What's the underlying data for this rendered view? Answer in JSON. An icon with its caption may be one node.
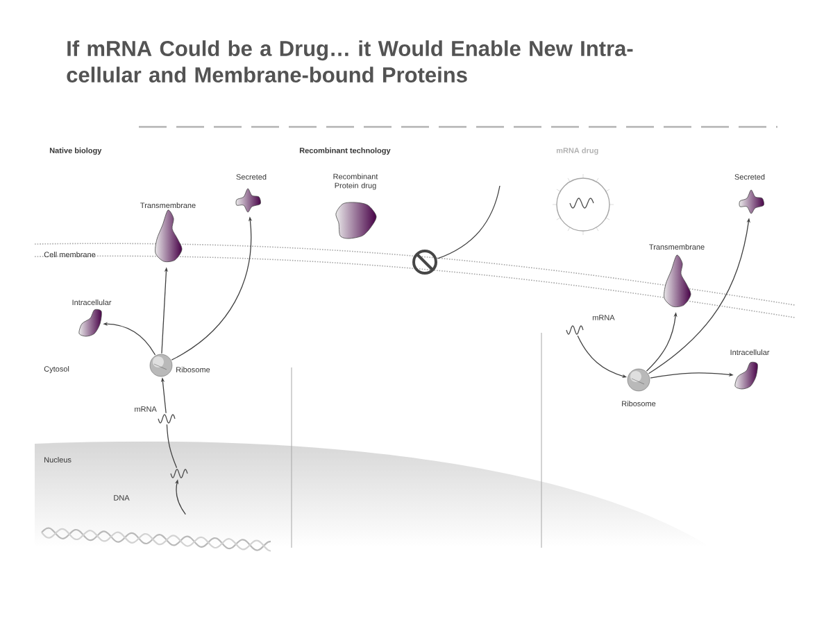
{
  "diagram": {
    "title": "If mRNA Could be a Drug… it Would Enable New Intra-cellular and Membrane-bound Proteins",
    "nodes": [
      {
        "text": [
          "Transmembrane"
        ]
      },
      {
        "text": [
          "Secreted"
        ]
      },
      {
        "text": [
          "Intracellular"
        ]
      },
      {
        "text": [
          "Ribosome"
        ]
      },
      {
        "text": [
          "mRNA"
        ]
      },
      {
        "text": [],
        "shape": "picture"
      },
      {
        "text": [
          "DNA"
        ]
      },
      {
        "text": [
          "Recombinant Protein drug"
        ]
      },
      {
        "text": [],
        "shape": "picture"
      },
      {
        "text": [],
        "shape": "circle"
      },
      {
        "text": [
          "mRNA"
        ]
      },
      {
        "text": [
          "Transmembrane"
        ]
      },
      {
        "text": [
          "Secreted"
        ]
      },
      {
        "text": [
          "Ribosome"
        ]
      },
      {
        "text": [
          "Intracellular"
        ]
      }
    ],
    "edges": [
      {
        "from": 3,
        "to": 0,
        "arrow": "to"
      },
      {
        "from": 3,
        "to": 1,
        "arrow": "to"
      },
      {
        "from": 3,
        "to": 2,
        "arrow": "to"
      },
      {
        "from": 4,
        "to": 3,
        "arrow": "to"
      },
      {
        "from": 5,
        "to": 4,
        "arrow": "none"
      },
      {
        "from": 6,
        "to": 5,
        "arrow": "to"
      },
      {
        "from": null,
        "to": 8,
        "arrow": "none"
      },
      {
        "from": 10,
        "to": 13,
        "arrow": "to"
      },
      {
        "from": 13,
        "to": 11,
        "arrow": "to"
      },
      {
        "from": 13,
        "to": 12,
        "arrow": "to"
      },
      {
        "from": 13,
        "to": 14,
        "arrow": "to"
      }
    ],
    "labels": [
      "Native biology",
      "Recombinant technology",
      "mRNA drug",
      "Cell membrane",
      "Cytosol",
      "Nucleus"
    ]
  }
}
